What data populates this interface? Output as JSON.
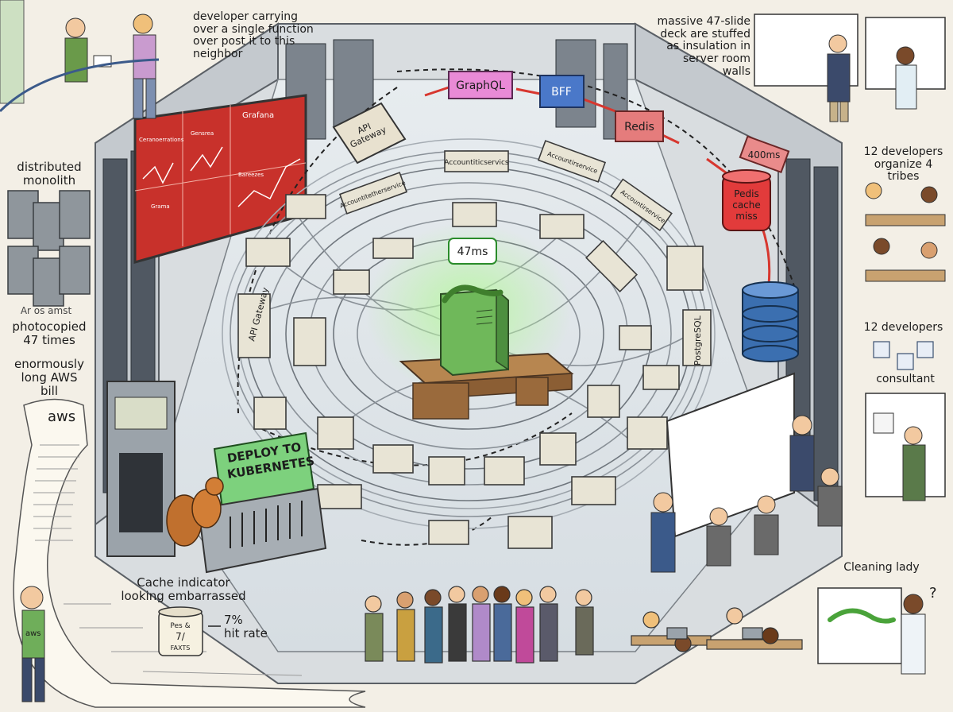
{
  "captions": {
    "developer_carrying": "developer carrying\nover a single function\nover post it to this\nneighbor",
    "slide_deck": "massive 47-slide\ndeck are stuffed\nas insulation in\nserver room\nwalls",
    "distributed_monolith": "distributed\nmonolith",
    "photocopied": "photocopied\n47 times",
    "photocopied_garbled": "Ar  os  amst",
    "aws_bill": "enormously\nlong AWS\nbill",
    "twelve_tribes": "12 developers\norganize 4\ntribes",
    "twelve_developers": "12 developers",
    "consultant": "consultant",
    "cache_indicator": "Cache indicator\nlooking embarrassed",
    "hit_rate": "7%\nhit rate",
    "cleaning_lady": "Cleaning lady"
  },
  "pipeline": {
    "api_gateway_top": "API\nGateway",
    "graphql": "GraphQL",
    "bff": "BFF",
    "redis": "Redis",
    "pedis": "Pedis\ncache\nmiss",
    "latency_top": "400ms",
    "center_latency": "47ms",
    "api_gateway_left": "API Gateway",
    "postgresql": "PostgreSQL",
    "service_a": "Accountiticservics",
    "service_b": "Accountirservice",
    "service_c": "Accountitetherservice",
    "service_d": "Accountirservice"
  },
  "dashboard": {
    "title": "Grafana",
    "panel_1": "Ceranoerrations",
    "panel_2": "Gensrea",
    "panel_3": "Grama",
    "panel_4": "Bareezes"
  },
  "deploy": {
    "label": "DEPLOY TO\nKUBERNETES"
  },
  "jar": {
    "line1": "Pes &",
    "line2": "7/",
    "line3": "FAXTS"
  },
  "aws": {
    "logo": "aws",
    "shirt": "aws"
  },
  "cleaning": {
    "question": "?"
  },
  "colors": {
    "red_dash": "#d7372f",
    "graphql": "#e98ad6",
    "bff": "#4a78c9",
    "redis": "#e57c7c",
    "pedis": "#e23b3b",
    "disk": "#3b6fb0",
    "green_glow": "#7ae06a"
  }
}
